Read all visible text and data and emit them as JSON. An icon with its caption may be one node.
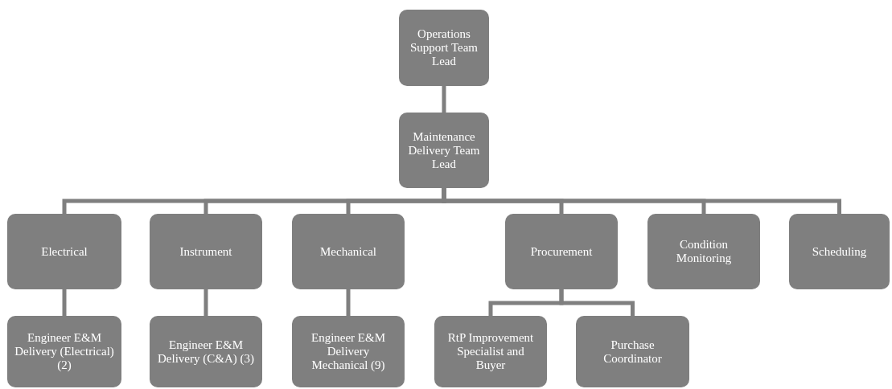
{
  "diagram": {
    "nodes": [
      {
        "text": [
          "Operations Support Team Lead"
        ]
      },
      {
        "text": [
          "Maintenance Delivery Team Lead"
        ]
      },
      {
        "text": [
          "Electrical"
        ]
      },
      {
        "text": [
          "Instrument"
        ]
      },
      {
        "text": [
          "Mechanical"
        ]
      },
      {
        "text": [
          "Procurement"
        ]
      },
      {
        "text": [
          "Condition Monitoring"
        ]
      },
      {
        "text": [
          "Scheduling"
        ]
      },
      {
        "text": [
          "Engineer E&M Delivery (Electrical) (2)"
        ]
      },
      {
        "text": [
          "Engineer E&M Delivery (C&A) (3)"
        ]
      },
      {
        "text": [
          "Engineer E&M Delivery Mechanical (9)"
        ]
      },
      {
        "text": [
          "RtP Improvement Specialist and Buyer"
        ]
      },
      {
        "text": [
          "Purchase Coordinator"
        ]
      }
    ],
    "edges": [
      {
        "from": 0,
        "to": 1,
        "arrow": "none"
      },
      {
        "from": 1,
        "to": 2,
        "arrow": "none"
      },
      {
        "from": 1,
        "to": 3,
        "arrow": "none"
      },
      {
        "from": 1,
        "to": 4,
        "arrow": "none"
      },
      {
        "from": 1,
        "to": 5,
        "arrow": "none"
      },
      {
        "from": 1,
        "to": 6,
        "arrow": "none"
      },
      {
        "from": 1,
        "to": 7,
        "arrow": "none"
      },
      {
        "from": 2,
        "to": 8,
        "arrow": "none"
      },
      {
        "from": 3,
        "to": 9,
        "arrow": "none"
      },
      {
        "from": 4,
        "to": 10,
        "arrow": "none"
      },
      {
        "from": 5,
        "to": 11,
        "arrow": "none"
      },
      {
        "from": 5,
        "to": 12,
        "arrow": "none"
      }
    ]
  }
}
